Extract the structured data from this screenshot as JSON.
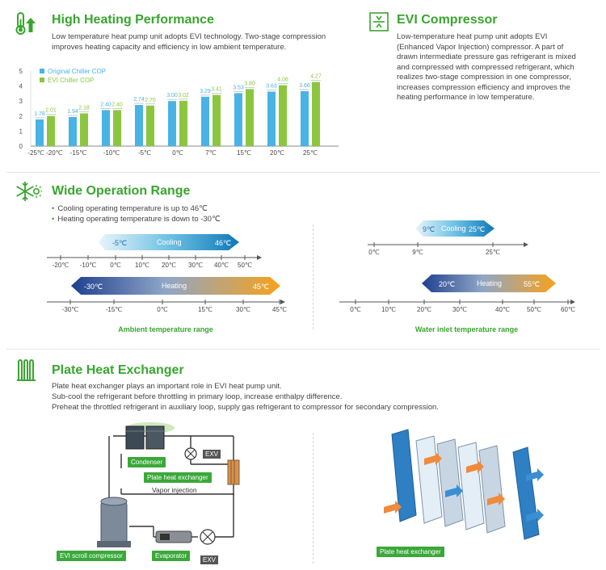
{
  "sections": {
    "heating": {
      "title": "High Heating Performance",
      "body": "Low temperature heat pump unit adopts EVI technology. Two-stage compression improves heating capacity and efficiency in low ambient temperature."
    },
    "evi": {
      "title": "EVI Compressor",
      "body": "Low-temperature heat pump unit adopts EVI (Enhanced Vapor Injection) compressor. A part of drawn intermediate pressure gas refrigerant is mixed and compressed with compressed refrigerant, which realizes two-stage compression in one compressor, increases compression efficiency and improves the heating performance in low temperature."
    },
    "range": {
      "title": "Wide Operation Range",
      "bullet1": "Cooling operating temperature is up to 46℃",
      "bullet2": "Heating operating temperature is down to -30℃",
      "ambient_caption": "Ambient temperature range",
      "water_caption": "Water inlet temperature range",
      "ambient_cool": {
        "label": "Cooling",
        "min": "-5℃",
        "max": "46℃"
      },
      "ambient_heat": {
        "label": "Heating",
        "min": "-30℃",
        "max": "45℃"
      },
      "ambient_axis1": [
        "-20℃",
        "-10℃",
        "0℃",
        "10℃",
        "20℃",
        "30℃",
        "40℃",
        "50℃"
      ],
      "ambient_axis2": [
        "-30℃",
        "-15℃",
        "0℃",
        "15℃",
        "30℃",
        "45℃"
      ],
      "water_cool": {
        "label": "Cooling",
        "min": "9℃",
        "max": "25℃"
      },
      "water_heat": {
        "label": "Heating",
        "min": "20℃",
        "max": "55℃"
      },
      "water_axis1": [
        "0℃",
        "9℃",
        "25℃"
      ],
      "water_axis2": [
        "0℃",
        "10℃",
        "20℃",
        "30℃",
        "40℃",
        "50℃",
        "60℃"
      ]
    },
    "phe": {
      "title": "Plate Heat Exchanger",
      "line1": "Plate heat exchanger plays an important role in EVI heat pump unit.",
      "line2": "Sub-cool the refrigerant before throttling in primary loop, increase enthalpy difference.",
      "line3": "Preheat the throttled refrigerant in auxiliary loop, supply gas refrigerant to compressor for secondary compression.",
      "labels": {
        "condenser": "Condenser",
        "phe": "Plate heat exchanger",
        "vapor": "Vapor injection",
        "exv1": "EXV",
        "exv2": "EXV",
        "compressor": "EVI scroll compressor",
        "evaporator": "Evaporator",
        "phe_right": "Plate heat exchanger"
      }
    }
  },
  "chart_data": {
    "type": "bar",
    "categories": [
      "-25℃",
      "-20℃",
      "-15℃",
      "-10℃",
      "-5℃",
      "0℃",
      "7℃",
      "15℃",
      "20℃",
      "25℃"
    ],
    "series": [
      {
        "name": "Original Chiller COP",
        "values": [
          1.78,
          1.94,
          2.4,
          2.74,
          3.0,
          3.29,
          3.53,
          3.63,
          3.66
        ],
        "color": "#4ab3e6"
      },
      {
        "name": "EVI Chiller COP",
        "values": [
          2.01,
          2.18,
          2.4,
          2.7,
          3.02,
          3.41,
          3.8,
          4.06,
          4.27
        ],
        "color": "#8cc63f"
      }
    ],
    "group_labels": [
      "-25℃ -20℃",
      "-15℃",
      "-10℃",
      "-5℃",
      "0℃",
      "7℃",
      "15℃",
      "20℃",
      "25℃"
    ],
    "yticks": [
      "0",
      "1",
      "2",
      "3",
      "4",
      "5"
    ],
    "ylim": [
      0,
      5
    ]
  }
}
